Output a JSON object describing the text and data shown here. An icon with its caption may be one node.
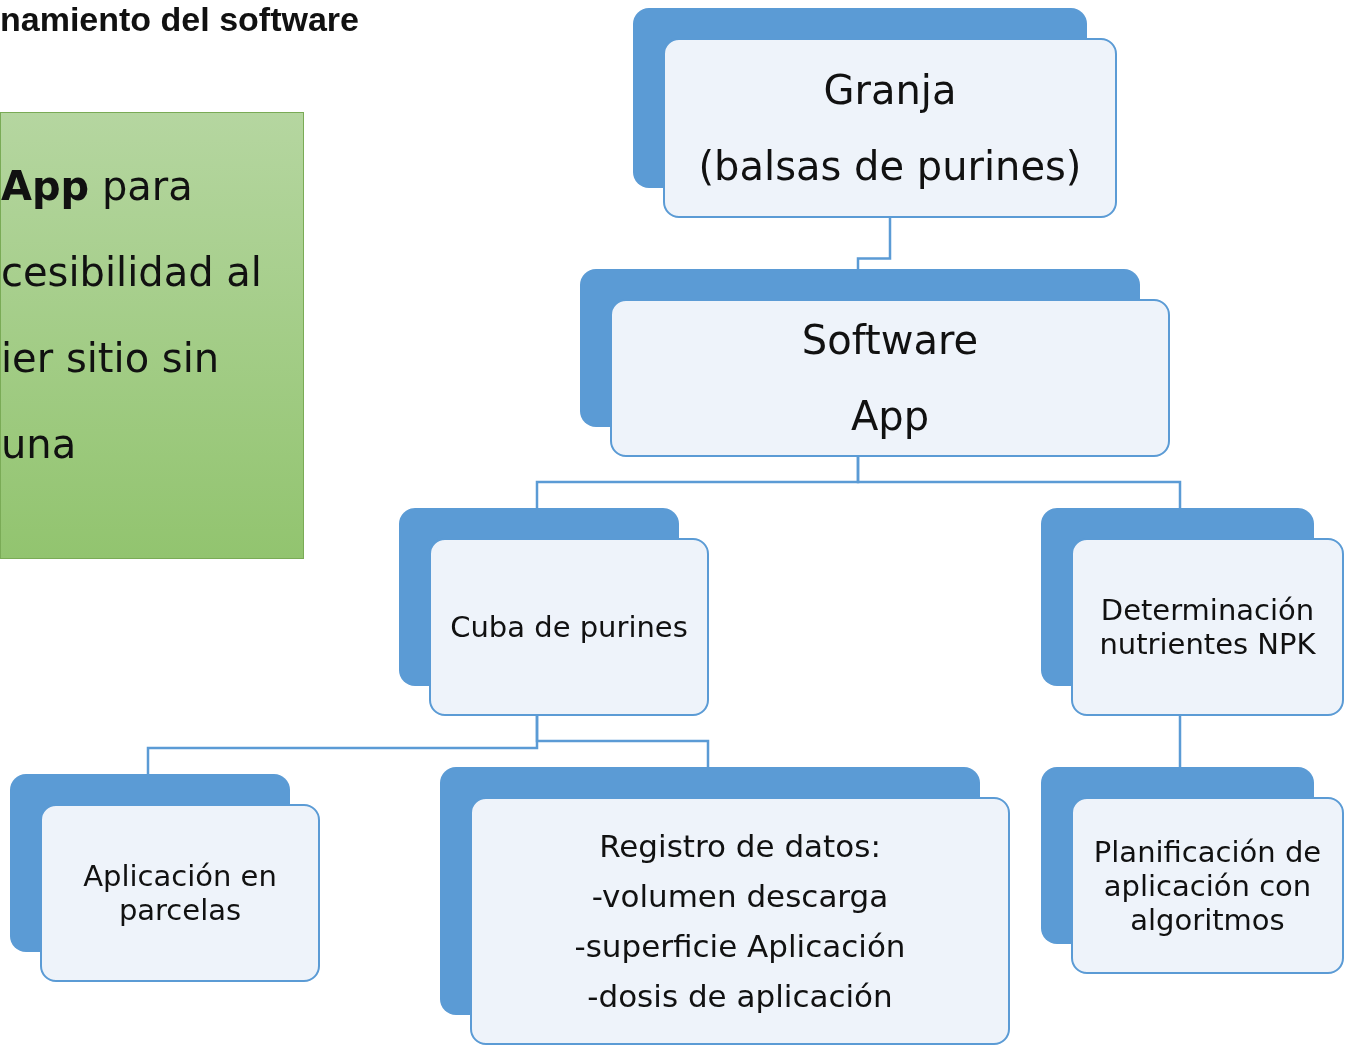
{
  "diagram": {
    "title": "namiento del software",
    "nodes": [
      {
        "text": [
          "**App** para cesibilidad al ier sitio sin una"
        ]
      },
      {
        "text": [
          "Granja",
          "(balsas de purines)"
        ]
      },
      {
        "text": [
          "Software",
          "App"
        ]
      },
      {
        "text": [
          "Cuba de purines"
        ]
      },
      {
        "text": [
          "Determinación nutrientes NPK"
        ]
      },
      {
        "text": [
          "Aplicación en parcelas"
        ]
      },
      {
        "text": [
          "Registro de datos:",
          "-volumen descarga",
          "-superficie Aplicación",
          "-dosis de aplicación"
        ]
      },
      {
        "text": [
          "Planificación de aplicación con algoritmos"
        ]
      }
    ],
    "edges": [
      {
        "from": 1,
        "to": 2,
        "arrow": "none"
      },
      {
        "from": 2,
        "to": 3,
        "arrow": "none"
      },
      {
        "from": 2,
        "to": 4,
        "arrow": "none"
      },
      {
        "from": 3,
        "to": 5,
        "arrow": "none"
      },
      {
        "from": 3,
        "to": 6,
        "arrow": "none"
      },
      {
        "from": 4,
        "to": 7,
        "arrow": "none"
      }
    ]
  }
}
